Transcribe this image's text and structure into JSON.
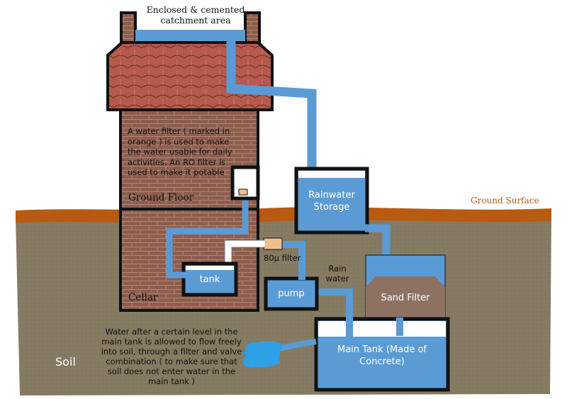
{
  "labels": {
    "catchment": "Enclosed & cemented catchment area",
    "ground_surface": "Ground Surface",
    "filter_note": "A water filter ( marked in orange ) is used to make the water usable for daily activities. An RO filter is used to make it potable",
    "ground_floor": "Ground Floor",
    "cellar": "Cellar",
    "tank": "tank",
    "filter_80": "80µ filter",
    "rain_water": "Rain water",
    "pump": "pump",
    "rainwater_storage": "Rainwater Storage",
    "sand_filter": "Sand Filter",
    "main_tank": "Main Tank (Made of Concrete)",
    "overflow_note": "Water after a certain level in the main tank is allowed to flow freely into soil, through a filter and valve combination ( to make sure that soil does not enter water in the main tank )",
    "soil": "Soil"
  },
  "colors": {
    "water": "#5b9bd5",
    "soil": "#857a62",
    "ground_surface": "#b85a10",
    "brick": "#8a5a4a",
    "roof": "#b85c50",
    "filter_orange": "#f2c08a",
    "sand": "#8d7264"
  }
}
